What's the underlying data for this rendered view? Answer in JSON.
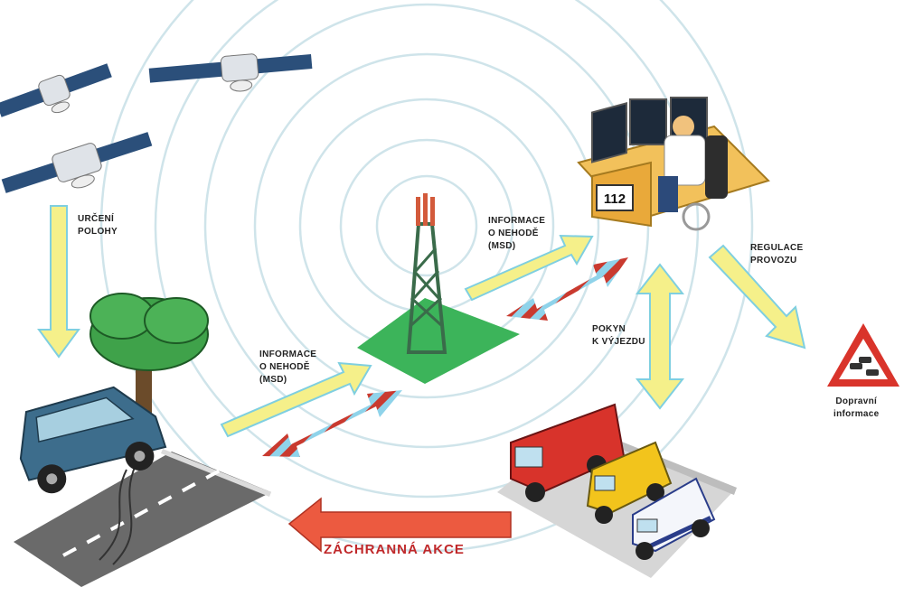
{
  "labels": {
    "urceni_polohy": [
      "URČENÍ",
      "POLOHY"
    ],
    "informace_1": [
      "INFORMACE",
      "O NEHODĚ",
      "(MSD)"
    ],
    "informace_2": [
      "INFORMACE",
      "O NEHODĚ",
      "(MSD)"
    ],
    "regulace": [
      "REGULACE",
      "PROVOZU"
    ],
    "pokyn": [
      "POKYN",
      "K VÝJEZDU"
    ],
    "dopravni": [
      "Dopravní",
      "informace"
    ],
    "zachranna": "ZÁCHRANNÁ AKCE",
    "desk_number": "112"
  },
  "colors": {
    "yellow_arrow": "#f5f08a",
    "arrow_outline": "#7fcfe0",
    "red_arrow": "#c93a2f",
    "blue_stripe": "#8fd3ea",
    "green_pad": "#3cb45a",
    "tower": "#3a6b4a",
    "road": "#6a6a6a",
    "warning_red": "#d9342b"
  },
  "icons": [
    "satellite-icon",
    "tower-icon",
    "car-icon",
    "tree-icon",
    "operator-icon",
    "fire-truck-icon",
    "ambulance-icon",
    "police-car-icon",
    "warning-sign-icon"
  ]
}
